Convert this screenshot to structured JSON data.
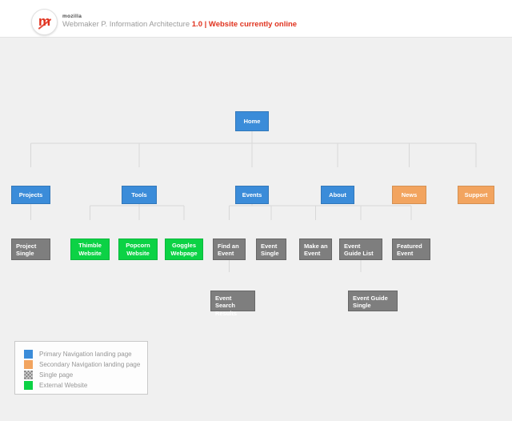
{
  "header": {
    "brand": "mozilla",
    "logo_letter": "m",
    "title": "Webmaker P. Information Architecture ",
    "title_highlight": "1.0 | Website currently online"
  },
  "colors": {
    "primary": "#3b8cd9",
    "secondary": "#f2a45f",
    "single": "#7e7e7e",
    "external": "#0cd245",
    "accent_red": "#e0321e",
    "connector": "#d8d8d8",
    "canvas_background": "#f0f0f0"
  },
  "nodes": {
    "home": {
      "label": "Home",
      "type": "primary"
    },
    "projects": {
      "label": "Projects",
      "type": "primary"
    },
    "tools": {
      "label": "Tools",
      "type": "primary"
    },
    "events": {
      "label": "Events",
      "type": "primary"
    },
    "about": {
      "label": "About",
      "type": "primary"
    },
    "news": {
      "label": "News",
      "type": "secondary"
    },
    "support": {
      "label": "Support",
      "type": "secondary"
    },
    "project_single": {
      "label": "Project Single",
      "type": "single"
    },
    "thimble_website": {
      "label": "Thimble Website",
      "type": "external"
    },
    "popcorn_website": {
      "label": "Popcorn Website",
      "type": "external"
    },
    "goggles_webpage": {
      "label": "Goggles Webpage",
      "type": "external"
    },
    "find_an_event": {
      "label": "Find an Event",
      "type": "single"
    },
    "event_single": {
      "label": "Event Single",
      "type": "single"
    },
    "make_an_event": {
      "label": "Make an Event",
      "type": "single"
    },
    "event_guide_list": {
      "label": "Event Guide List",
      "type": "single"
    },
    "featured_event": {
      "label": "Featured Event",
      "type": "single"
    },
    "event_search_results": {
      "label": "Event Search Results",
      "type": "single"
    },
    "event_guide_single": {
      "label": "Event Guide Single",
      "type": "single"
    }
  },
  "legend": {
    "items": [
      {
        "label": "Primary Navigation landing page",
        "color": "#3b8cd9"
      },
      {
        "label": "Secondary Navigation landing page",
        "color": "#f2a45f"
      },
      {
        "label": "Single page",
        "color": "#7e7e7e"
      },
      {
        "label": "External Website",
        "color": "#0cd245"
      }
    ]
  }
}
